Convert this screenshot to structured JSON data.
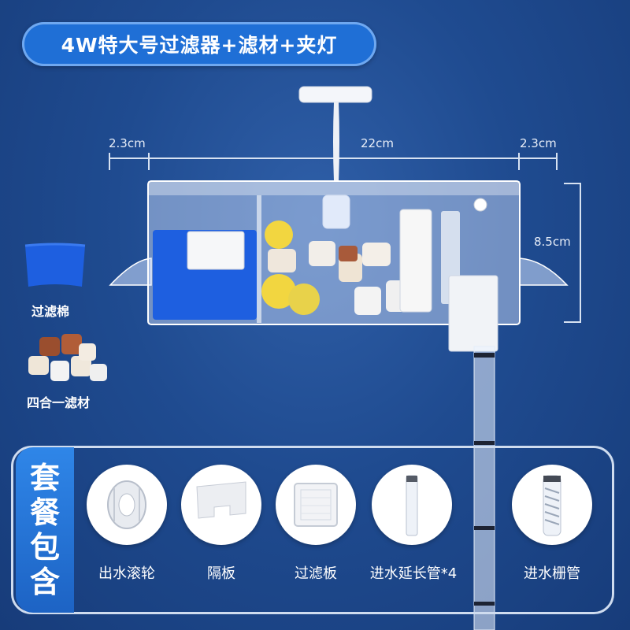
{
  "title": "4W特大号过滤器+滤材+夹灯",
  "dimensions": {
    "left_width": "2.3cm",
    "main_width": "22cm",
    "right_width": "2.3cm",
    "height": "8.5cm"
  },
  "side_items": [
    {
      "label": "过滤棉",
      "icon": "filter-sponge-icon"
    },
    {
      "label": "四合一滤材",
      "icon": "filter-media-icon"
    }
  ],
  "package": {
    "tag": [
      "套",
      "餐",
      "包",
      "含"
    ],
    "items": [
      {
        "label": "出水滚轮",
        "icon": "outlet-roller-icon"
      },
      {
        "label": "隔板",
        "icon": "partition-board-icon"
      },
      {
        "label": "过滤板",
        "icon": "filter-plate-icon"
      },
      {
        "label": "进水延长管*4",
        "icon": "inlet-extension-tube-icon"
      },
      {
        "label": "进水栅管",
        "icon": "inlet-grid-tube-icon"
      }
    ]
  },
  "colors": {
    "background": "#1f4b90",
    "accent": "#1f6fd6",
    "sponge": "#1e5fe0"
  }
}
